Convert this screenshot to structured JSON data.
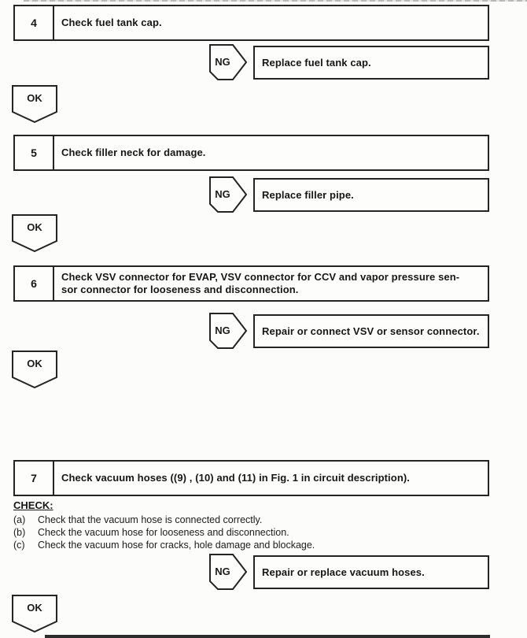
{
  "labels": {
    "ng": "NG",
    "ok": "OK"
  },
  "steps": [
    {
      "number": "4",
      "title_line1": "Check fuel tank cap.",
      "title_line2": "",
      "ng_action": "Replace fuel tank cap."
    },
    {
      "number": "5",
      "title_line1": "Check filler neck for damage.",
      "title_line2": "",
      "ng_action": "Replace filler pipe."
    },
    {
      "number": "6",
      "title_line1": "Check VSV connector for EVAP, VSV connector for CCV and vapor pressure sen-",
      "title_line2": "sor connector for looseness and disconnection.",
      "ng_action": "Repair or connect VSV or sensor connector."
    },
    {
      "number": "7",
      "title_line1": "Check vacuum hoses ((9) , (10) and (11) in Fig. 1 in circuit description).",
      "title_line2": "",
      "ng_action": "Repair or replace vacuum hoses."
    }
  ],
  "check_section": {
    "heading": "CHECK:",
    "items": [
      {
        "label": "(a)",
        "text": "Check that the vacuum hose is connected correctly."
      },
      {
        "label": "(b)",
        "text": "Check the vacuum hose for looseness and disconnection."
      },
      {
        "label": "(c)",
        "text": "Check the vacuum hose for cracks, hole damage and blockage."
      }
    ]
  },
  "colors": {
    "line": "#242424",
    "background": "#fcfcfb"
  }
}
